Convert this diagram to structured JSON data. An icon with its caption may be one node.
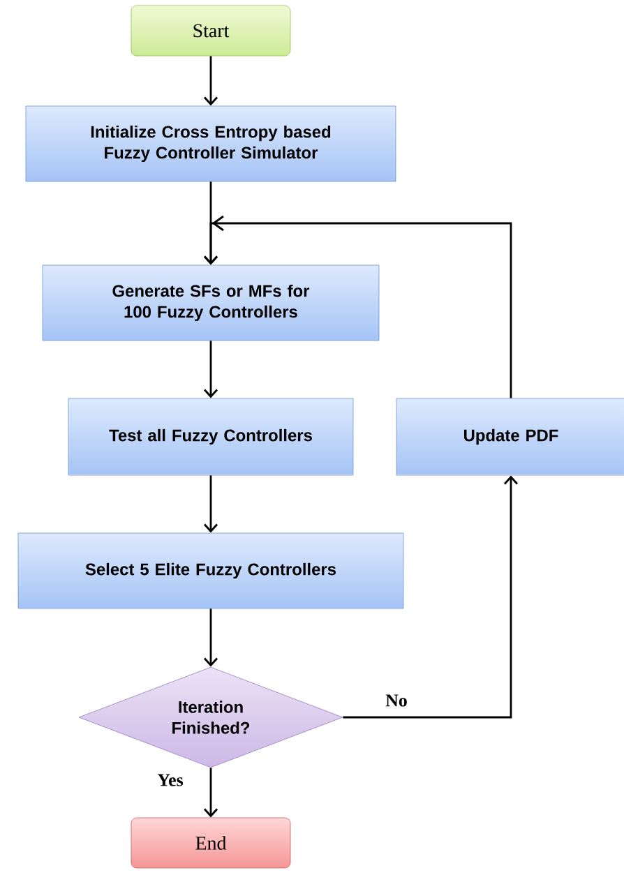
{
  "diagram": {
    "nodes": [
      {
        "text": [
          "Start"
        ]
      },
      {
        "text": [
          "Initialize Cross Entropy based Fuzzy Controller Simulator"
        ]
      },
      {
        "text": [
          "Generate SFs or MFs for  100 Fuzzy Controllers"
        ]
      },
      {
        "text": [
          "Test all Fuzzy Controllers"
        ]
      },
      {
        "text": [
          "Update PDF"
        ]
      },
      {
        "text": [
          "Select  5 Elite Fuzzy Controllers"
        ]
      },
      {
        "text": [
          "Iteration Finished?"
        ]
      },
      {
        "text": [
          "End"
        ]
      }
    ],
    "edges": [
      {
        "from": 0,
        "to": 1,
        "arrow": "to"
      },
      {
        "from": 1,
        "to": 2,
        "arrow": "to"
      },
      {
        "from": 2,
        "to": 3,
        "arrow": "to"
      },
      {
        "from": 3,
        "to": 5,
        "arrow": "to"
      },
      {
        "from": 5,
        "to": 6,
        "arrow": "to"
      },
      {
        "from": 6,
        "to": 7,
        "arrow": "to",
        "label": "Yes"
      },
      {
        "from": 6,
        "to": 4,
        "arrow": "to",
        "label": "No"
      },
      {
        "from": 4,
        "to": 2,
        "arrow": "to"
      }
    ]
  }
}
